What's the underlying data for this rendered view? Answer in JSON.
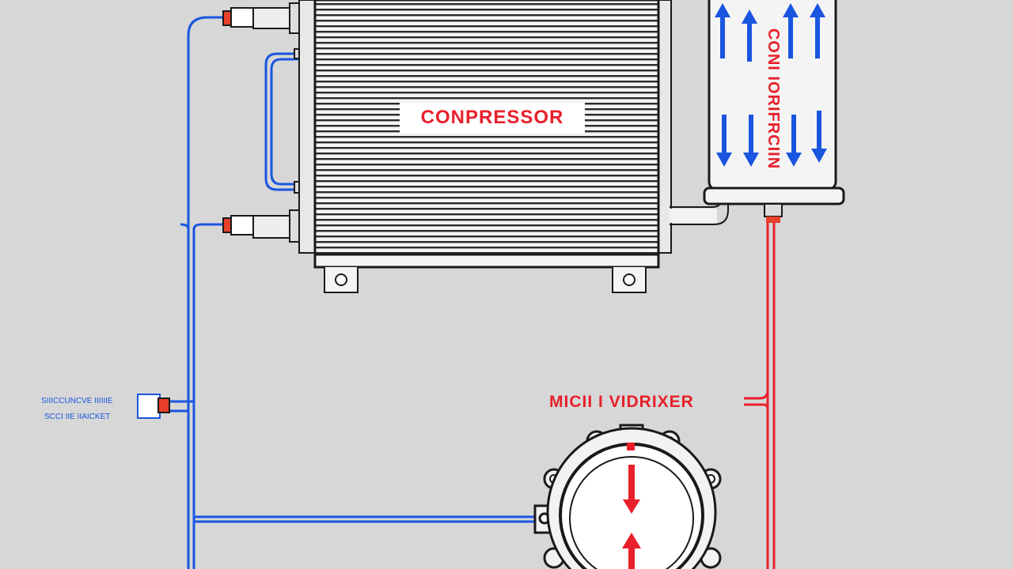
{
  "labels": {
    "main_unit": "CONPRESSOR",
    "tank": "CONI IORIFRCIIN",
    "red_line": "MICII I VIDRIXER",
    "blue_line_1": "SIIICCUNCVE IIIIIIE",
    "blue_line_2": "SCCI IIE IIAICKET"
  },
  "colors": {
    "background": "#d7d7d7",
    "blue_line": "#1a55e0",
    "red_line": "#e8202a",
    "outline": "#1a1a1a",
    "component_fill": "#f2f2f2"
  },
  "icons": {
    "tank_arrows_up": "arrow-up-icon",
    "tank_arrows_down": "arrow-down-icon",
    "valve_arrows": "arrow-up-icon"
  }
}
